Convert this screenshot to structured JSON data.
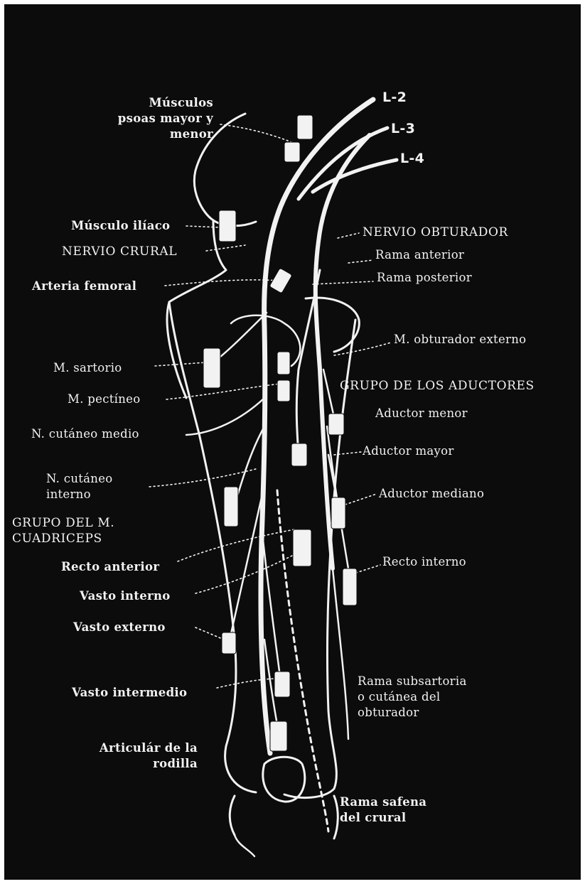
{
  "roots": [
    "L-2",
    "L-3",
    "L-4"
  ],
  "labels": {
    "musculos_psoas": "Músculos\npsoas mayor y\nmenor",
    "musculo_iliaco": "Músculo ilíaco",
    "nervio_crural": "NERVIO CRURAL",
    "arteria_femoral": "Arteria femoral",
    "m_sartorio": "M. sartorio",
    "m_pectineo": "M. pectíneo",
    "n_cutaneo_medio": "N. cutáneo medio",
    "n_cutaneo_interno": "N. cutáneo\ninterno",
    "grupo_cuadriceps": "GRUPO DEL M.\nCUADRICEPS",
    "recto_anterior": "Recto anterior",
    "vasto_interno": "Vasto interno",
    "vasto_externo": "Vasto externo",
    "vasto_intermedio": "Vasto intermedio",
    "articular_rodilla": "Articulár de la\nrodilla",
    "nervio_obturador": "NERVIO OBTURADOR",
    "rama_anterior": "Rama anterior",
    "rama_posterior": "Rama posterior",
    "m_obturador_externo": "M. obturador externo",
    "grupo_aductores": "GRUPO DE LOS ADUCTORES",
    "aductor_menor": "Aductor menor",
    "aductor_mayor": "Aductor mayor",
    "aductor_mediano": "Aductor mediano",
    "recto_interno": "Recto interno",
    "rama_subsartoria": "Rama subsartoria\no cutánea del\nobturador",
    "rama_safena": "Rama safena\ndel crural"
  },
  "colors": {
    "background": "#0c0c0c",
    "ink": "#f2f2f2"
  }
}
